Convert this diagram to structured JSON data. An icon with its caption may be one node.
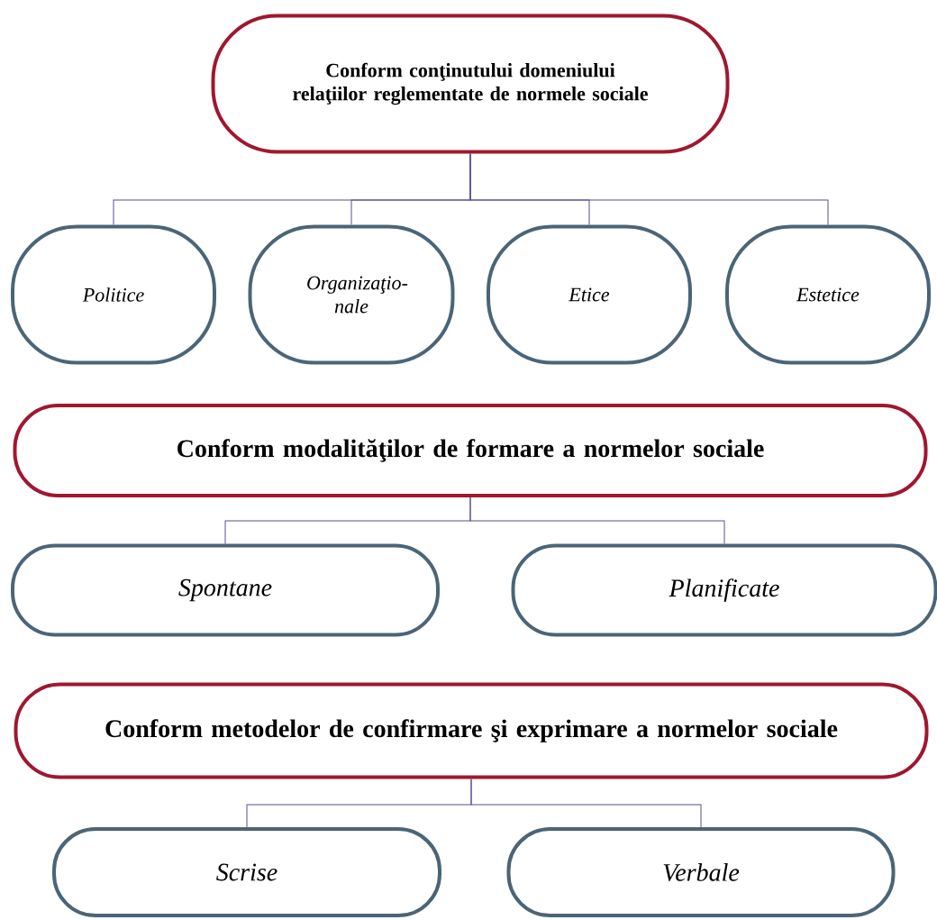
{
  "diagram": {
    "nodes": [
      {
        "text": [
          "Conform conţinutului domeniului relaţiilor reglementate de normele sociale"
        ]
      },
      {
        "text": [
          "Politice"
        ]
      },
      {
        "text": [
          "Organizaţio-nale"
        ]
      },
      {
        "text": [
          "Etice"
        ]
      },
      {
        "text": [
          "Estetice"
        ]
      },
      {
        "text": [
          "Conform modalităţilor de formare a normelor sociale"
        ]
      },
      {
        "text": [
          "Spontane"
        ]
      },
      {
        "text": [
          "Planificate"
        ]
      },
      {
        "text": [
          "Conform metodelor de confirmare şi exprimare a normelor sociale"
        ]
      },
      {
        "text": [
          "Scrise"
        ]
      },
      {
        "text": [
          "Verbale"
        ]
      }
    ],
    "edges": [
      {
        "from": 0,
        "to": 1,
        "arrow": "none"
      },
      {
        "from": 0,
        "to": 2,
        "arrow": "none"
      },
      {
        "from": 0,
        "to": 3,
        "arrow": "none"
      },
      {
        "from": 0,
        "to": 4,
        "arrow": "none"
      },
      {
        "from": 5,
        "to": 6,
        "arrow": "none"
      },
      {
        "from": 5,
        "to": 7,
        "arrow": "none"
      },
      {
        "from": 8,
        "to": 9,
        "arrow": "none"
      },
      {
        "from": 8,
        "to": 10,
        "arrow": "none"
      }
    ]
  }
}
